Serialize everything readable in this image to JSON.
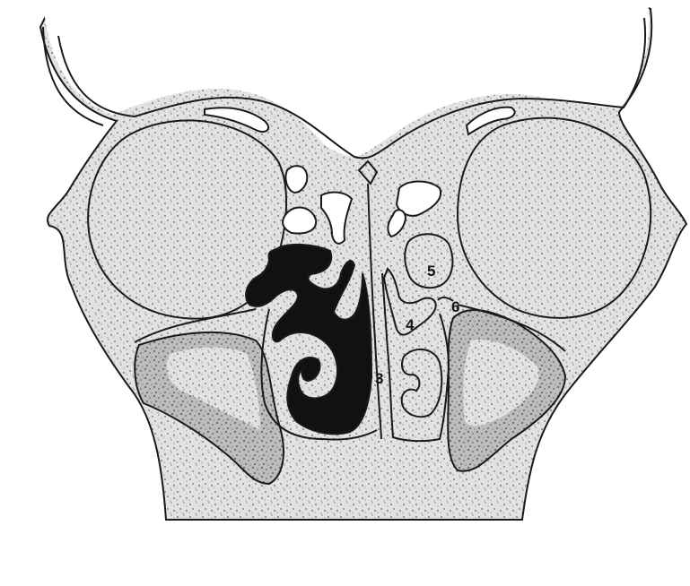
{
  "figure": {
    "labels": [
      {
        "id": "label-3",
        "text": "3"
      },
      {
        "id": "label-4",
        "text": "4"
      },
      {
        "id": "label-5",
        "text": "5"
      },
      {
        "id": "label-6",
        "text": "6"
      }
    ],
    "colors": {
      "stipple_light": "#e7e7e7",
      "stipple_dark": "#b9b9b9",
      "outline": "#1a1a1a",
      "shaded_mass": "#111111",
      "background": "#ffffff"
    }
  }
}
